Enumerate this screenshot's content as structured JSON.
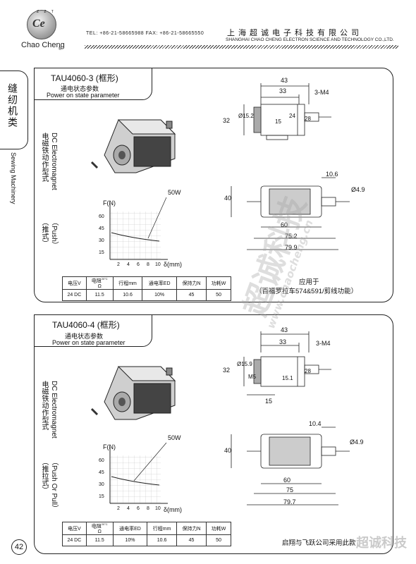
{
  "header": {
    "logo_text": "Ce",
    "logo_ring": "Z Z T",
    "logo_name": "Chao Cheng",
    "logo_registered": "®",
    "contact": "TEL: +86-21-58665988  FAX: +86-21-58665550",
    "company_cn": "上海超诚电子科技有限公司",
    "company_en": "SHANGHAI CHAO CHENG ELECTRON SCIENCE AND TECHNOLOGY CO.,LTD."
  },
  "side_tab": {
    "cn": "缝纫机类",
    "en": "Sewing Machinery"
  },
  "products": [
    {
      "model": "TAU4060-3 (框形)",
      "status_cn": "通电状态参数",
      "status_en": "Power on state parameter",
      "type_cn": "电磁铁动作型式",
      "type_en": "DC Electromagnet",
      "mode_cn": "（推式）",
      "mode_en": "（Push）",
      "graph": {
        "ylabel": "F(N)",
        "xlabel": "δ(mm)",
        "yticks": [
          "60",
          "45",
          "30",
          "15"
        ],
        "xticks": [
          "2",
          "4",
          "6",
          "8",
          "10"
        ],
        "curve_label": "50W"
      },
      "table": {
        "headers": [
          "电压V",
          "电阻",
          "行程mm",
          "通电率ED",
          "保持力N",
          "功耗W"
        ],
        "resistance_sub": "Ω",
        "resistance_sup": "20°C",
        "values": [
          "24 DC",
          "11.5",
          "10.6",
          "10%",
          "45",
          "50"
        ]
      },
      "dims": {
        "d43": "43",
        "d33": "33",
        "m4": "3-M4",
        "d32": "32",
        "phi152": "Ø15.2",
        "d15": "15",
        "d24": "24",
        "d28": "28",
        "d106": "10.6",
        "d40": "40",
        "phi49": "Ø4.9",
        "d60": "60",
        "d752": "75.2",
        "d799": "79.9"
      },
      "application": "应用于",
      "application_note": "（百福罗拉车574&591/剪线功能）"
    },
    {
      "model": "TAU4060-4 (框形)",
      "status_cn": "通电状态参数",
      "status_en": "Power on state parameter",
      "type_cn": "电磁铁动作型式",
      "type_en": "DC Electromagnet",
      "mode_cn": "（推拉式）",
      "mode_en": "（Push Or Pull）",
      "graph": {
        "ylabel": "F(N)",
        "xlabel": "δ(mm)",
        "yticks": [
          "60",
          "45",
          "30",
          "15"
        ],
        "xticks": [
          "2",
          "4",
          "6",
          "8",
          "10"
        ],
        "curve_label": "50W"
      },
      "table": {
        "headers": [
          "电压V",
          "电阻",
          "通电率ED",
          "行程mm",
          "保持力N",
          "功耗W"
        ],
        "resistance_sub": "Ω",
        "resistance_sup": "20°C",
        "values": [
          "24 DC",
          "11.5",
          "10%",
          "10.6",
          "45",
          "50"
        ]
      },
      "dims": {
        "d43": "43",
        "d33": "33",
        "m4": "3-M4",
        "d32": "32",
        "phi159": "Ø15.9",
        "d15": "15",
        "d151": "15.1",
        "d28": "28",
        "m5": "M5",
        "d104": "10.4",
        "d40": "40",
        "phi49": "Ø4.9",
        "d60": "60",
        "d75": "75",
        "d797": "79.7"
      },
      "application_note": "启翔与飞跃公司采用此款"
    }
  ],
  "watermark": {
    "cn": "超诚科技",
    "url": "www.chaocheng.cn",
    "footer": "超诚科技"
  },
  "page_number": "42"
}
